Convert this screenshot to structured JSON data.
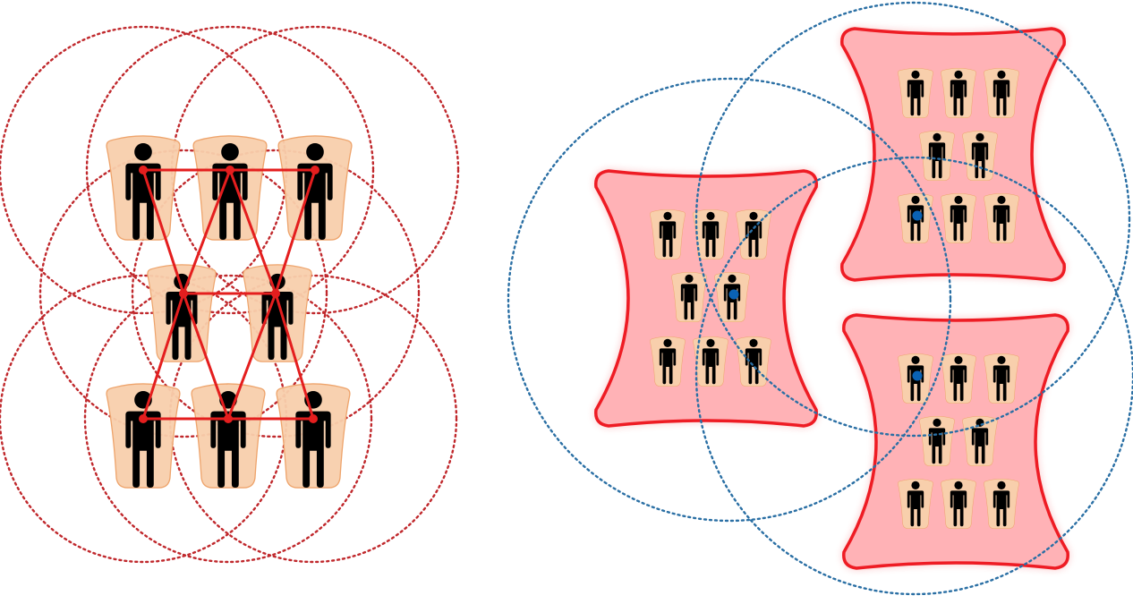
{
  "colors": {
    "background": "#ffffff",
    "left_range_circle": "#c0282c",
    "right_range_circle": "#2a6fa4",
    "mesh_line": "#e41e1e",
    "mesh_node": "#e41e1e",
    "person_pad_fill": "#f8cfac",
    "person_pad_stroke": "#eea46c",
    "person": "#000000",
    "cluster_fill": "#ffb2b6",
    "cluster_stroke": "#ee1c24",
    "cluster_head_marker": "#0a62b4"
  },
  "icons": {
    "person": "person-icon",
    "person_pad": "person-pad-shape",
    "cluster": "cluster-region-shape"
  },
  "left_panel": {
    "people_count": 8,
    "mesh_node_count": 8,
    "range_circle_count": 8
  },
  "right_panel": {
    "cluster_count": 3,
    "people_per_cluster": 8,
    "range_circle_count": 3,
    "cluster_heads_marked": 3
  }
}
